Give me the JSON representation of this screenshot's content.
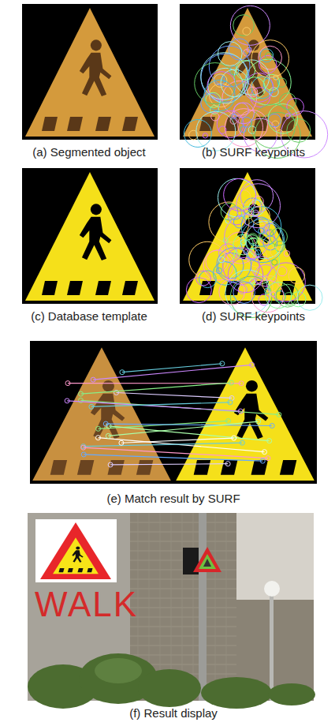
{
  "diagram": {
    "labels": [
      "(a) Segmented object",
      "(b) SURF keypoints",
      "(c) Database template",
      "(d) SURF keypoints",
      "(e) Match result by SURF",
      "WALK",
      "(f) Result display"
    ]
  }
}
